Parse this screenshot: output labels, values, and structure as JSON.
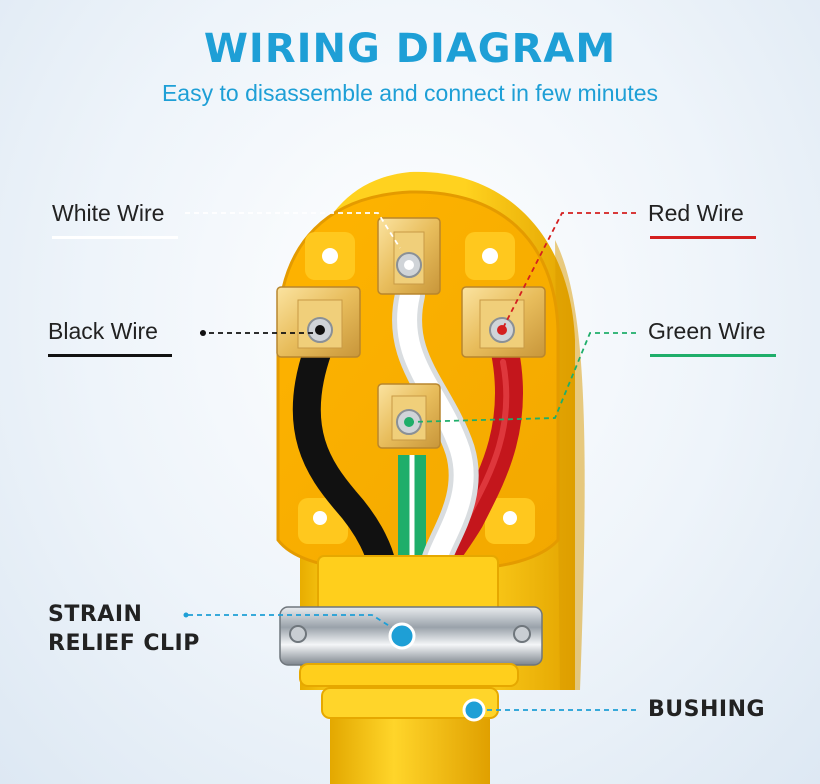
{
  "header": {
    "title": "WIRING DIAGRAM",
    "subtitle": "Easy to disassemble and connect in few minutes"
  },
  "labels": {
    "white_wire": "White Wire",
    "red_wire": "Red Wire",
    "black_wire": "Black Wire",
    "green_wire": "Green Wire",
    "strain_relief_line1": "STRAIN",
    "strain_relief_line2": "RELIEF CLIP",
    "bushing": "BUSHING"
  },
  "colors": {
    "accent": "#1e9fd6",
    "plug_body": "#f7c51a",
    "white_wire": "#ffffff",
    "red_wire": "#d41f1f",
    "black_wire": "#111111",
    "green_wire": "#1fae6a",
    "callout": "#1e9fd6"
  },
  "icons": {
    "terminal": "brass-terminal-screw-icon",
    "clip": "metal-strain-clip-icon"
  }
}
